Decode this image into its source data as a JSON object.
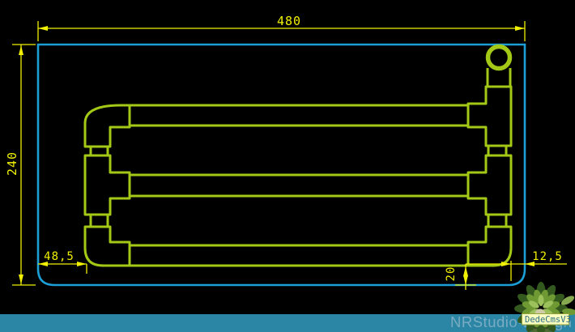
{
  "colors": {
    "outline": "#1B9FD6",
    "pipe": "#A3C916",
    "dim": "#F0F000",
    "bar": "#2B85A4",
    "bar_text": "#79ABC2",
    "badge_bg": "#FAFFC0",
    "badge_border": "#93A23B",
    "badge_text": "#2F6E84"
  },
  "dimensions": {
    "width_top": "480",
    "height_left": "240",
    "bottom_left_offset": "48,5",
    "bottom_right_offset": "12,5",
    "pipe_bottom_offset": "20"
  },
  "watermark": {
    "studio": "NRStudio·Design",
    "badge": "DedeCmsV3",
    "logo_icon": "flower-tree-logo"
  }
}
